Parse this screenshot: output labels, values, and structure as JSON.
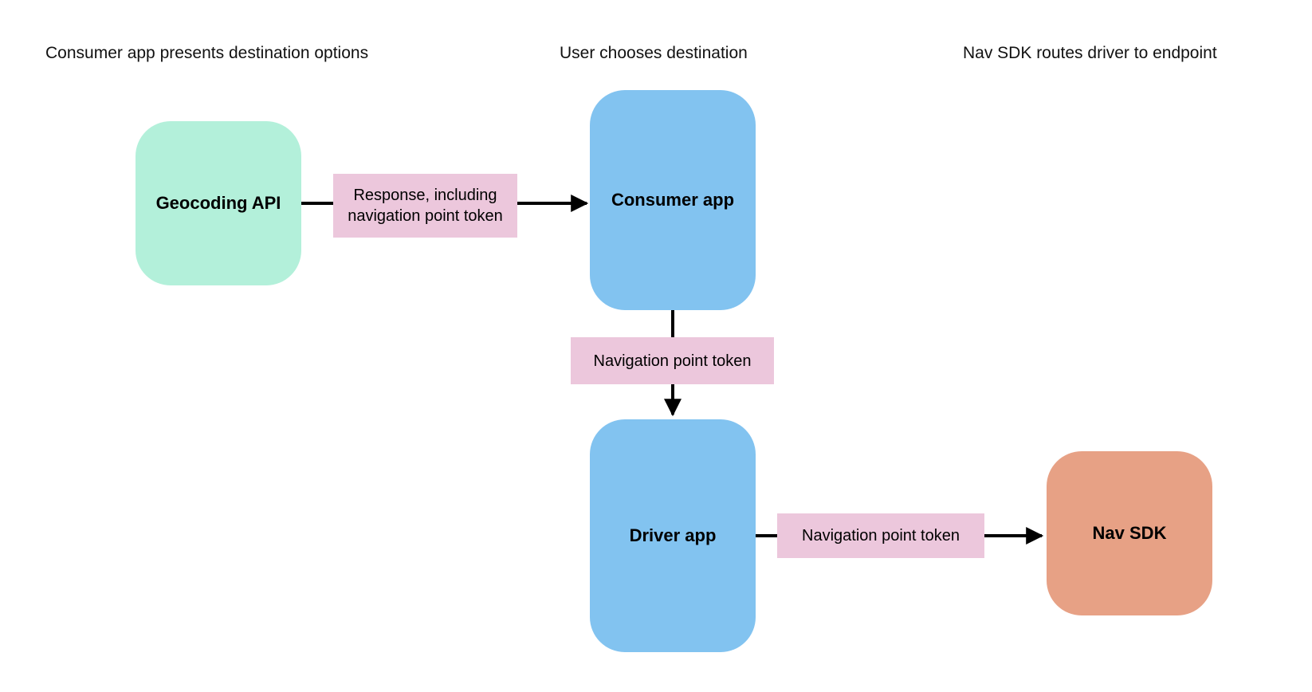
{
  "canvas": {
    "background": "#ffffff"
  },
  "lane_headers": [
    {
      "label": "Consumer app presents destination options"
    },
    {
      "label": "User chooses destination"
    },
    {
      "label": "Nav SDK routes driver to endpoint"
    }
  ],
  "nodes": {
    "geocoding_api": {
      "label": "Geocoding API",
      "fill": "#b3f0da"
    },
    "consumer_app": {
      "label": "Consumer app",
      "fill": "#82c3f0"
    },
    "driver_app": {
      "label": "Driver app",
      "fill": "#82c3f0"
    },
    "nav_sdk": {
      "label": "Nav SDK",
      "fill": "#e7a185"
    }
  },
  "edges": {
    "geocoding_to_consumer": {
      "label": "Response, including navigation point token",
      "label_fill": "#ecc7dc"
    },
    "consumer_to_driver": {
      "label": "Navigation point token",
      "label_fill": "#ecc7dc"
    },
    "driver_to_navsdk": {
      "label": "Navigation point token",
      "label_fill": "#ecc7dc"
    }
  },
  "arrows": {
    "color": "#000000"
  }
}
